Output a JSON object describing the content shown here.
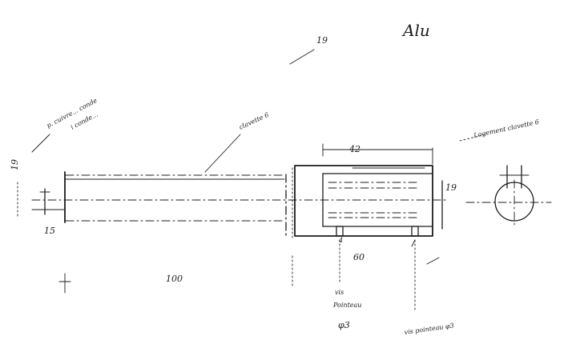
{
  "annotations": {
    "material": "Alu",
    "part_ref": "19",
    "note_left_line1": "p. cuivre... conde",
    "note_left_line2": "i conde...",
    "note_mid": "clavette 6",
    "note_right": "Logement clavette 6",
    "note_screw_left_1": "vis",
    "note_screw_left_2": "Pointeau",
    "note_screw_left_3": "φ3",
    "note_screw_right": "vis pointeau φ3"
  },
  "dimensions": {
    "left_height": "19",
    "shaft_dia": "15",
    "shaft_length": "100",
    "hub_width": "42",
    "hub_height": "19",
    "hole_spacing": "60",
    "hole_small": "4"
  }
}
